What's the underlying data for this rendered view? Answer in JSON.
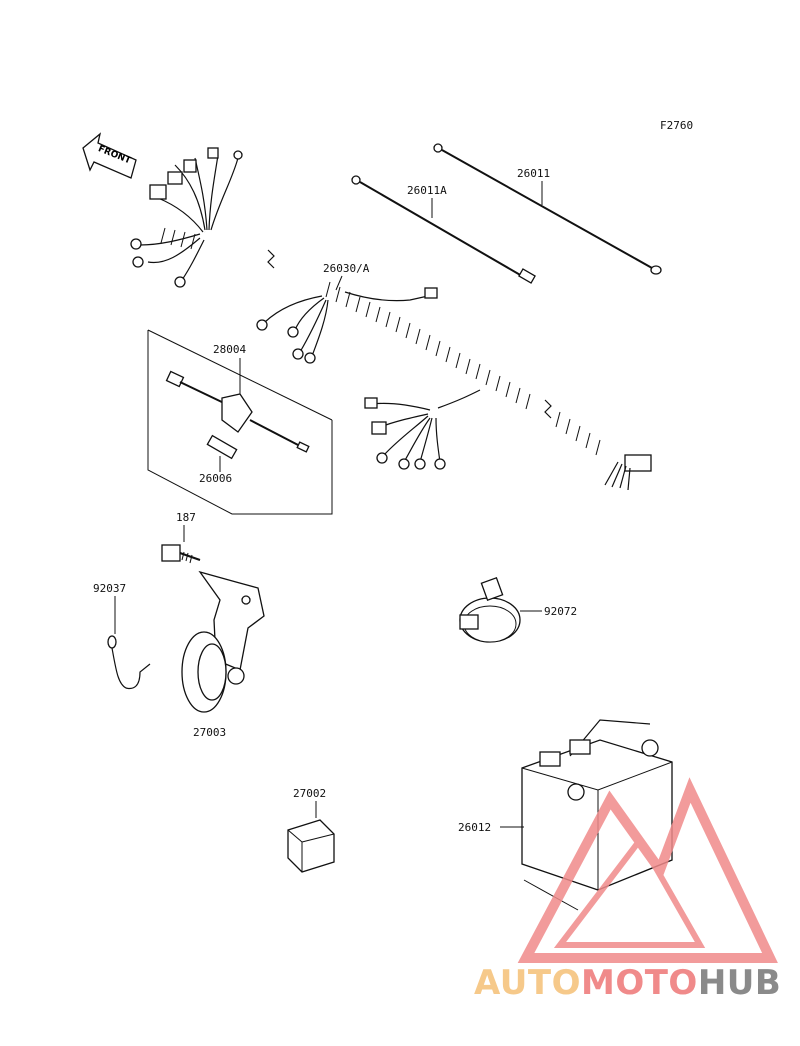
{
  "figure": {
    "code": "F2760",
    "front_arrow": "FRONT"
  },
  "parts": {
    "p26011": "26011",
    "p26011A": "26011A",
    "p26030A": "26030/A",
    "p28004": "28004",
    "p26006": "26006",
    "p187": "187",
    "p92037": "92037",
    "p27003": "27003",
    "p92072": "92072",
    "p27002": "27002",
    "p26012": "26012"
  },
  "watermark": {
    "part1": "AUTO",
    "part2": "MOTO",
    "part3": "HUB",
    "colors": {
      "auto": "#f6c98a",
      "moto": "#f08a8a",
      "hub": "#8a8a8a",
      "triangle": "#f08a8a"
    }
  }
}
